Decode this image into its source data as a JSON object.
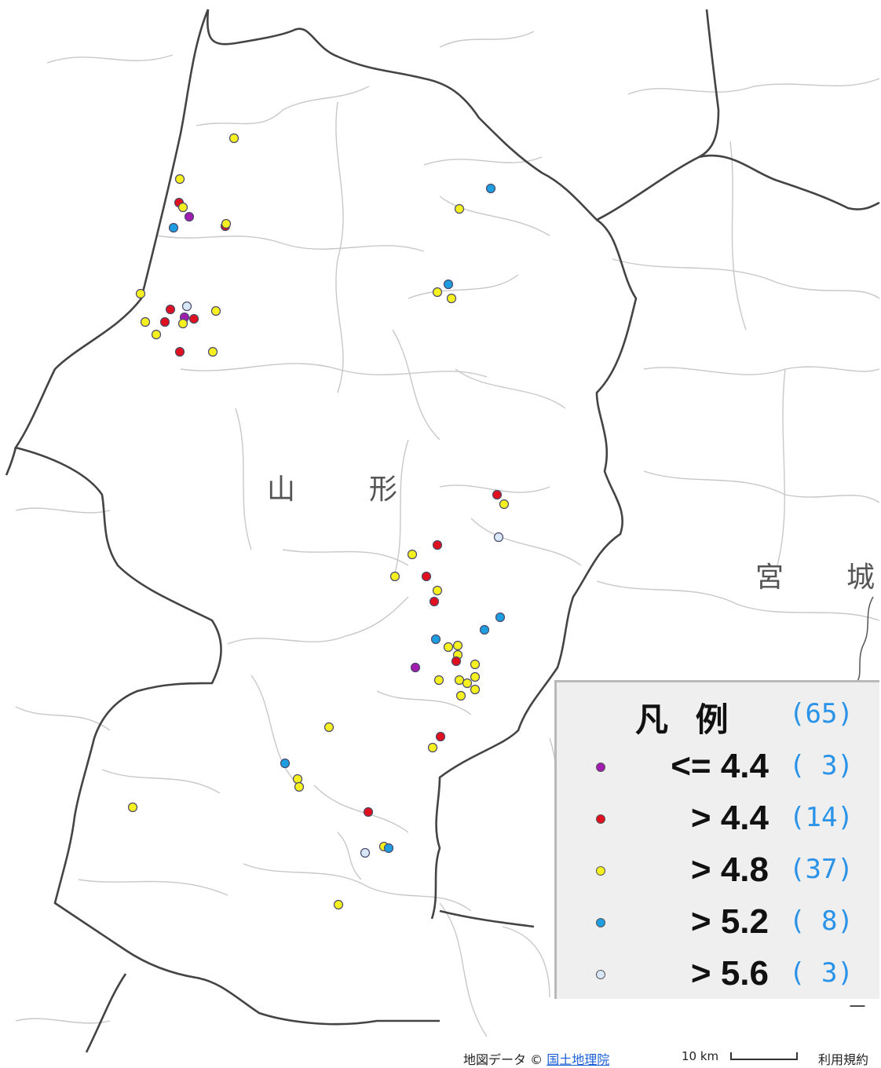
{
  "map": {
    "prefecture_labels": {
      "yamagata_1": "山",
      "yamagata_2": "形",
      "miyagi_1": "宮",
      "miyagi_2": "城"
    },
    "colors": {
      "magenta": "#a21caf",
      "red": "#e0101e",
      "yellow": "#f5f020",
      "blue": "#1e9de0",
      "lightblue": "#d8e8f8",
      "boundary_major": "#444444",
      "boundary_minor": "#c8c8c8"
    }
  },
  "legend": {
    "title": "凡 例",
    "total": "(65)",
    "items": [
      {
        "label": "<= 4.4",
        "count": "( 3)",
        "color": "#a21caf"
      },
      {
        "label": "> 4.4",
        "count": "(14)",
        "color": "#e0101e"
      },
      {
        "label": "> 4.8",
        "count": "(37)",
        "color": "#f5f020"
      },
      {
        "label": "> 5.2",
        "count": "( 8)",
        "color": "#1e9de0"
      },
      {
        "label": "> 5.6",
        "count": "( 3)",
        "color": "#d8e8f8"
      }
    ]
  },
  "controls": {
    "zoom_out": "－"
  },
  "attribution": {
    "prefix": "地図データ ©",
    "source_link": "国土地理院",
    "scale": "10 km",
    "terms": "利用規約"
  }
}
